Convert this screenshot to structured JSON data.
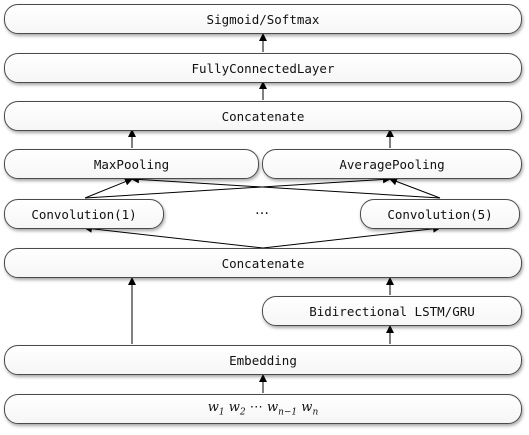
{
  "nodes": {
    "output": "Sigmoid/Softmax",
    "fully_connected": "FullyConnectedLayer",
    "concatenate_top": "Concatenate",
    "max_pooling": "MaxPooling",
    "average_pooling": "AveragePooling",
    "convolution_1": "Convolution(1)",
    "convolution_ellipsis": "…",
    "convolution_5": "Convolution(5)",
    "concatenate_bottom": "Concatenate",
    "bilstm_gru": "Bidirectional LSTM/GRU",
    "embedding": "Embedding"
  },
  "input_tokens": {
    "w1": "w",
    "w1_sub": "1",
    "w2": "w",
    "w2_sub": "2",
    "dots": "⋯",
    "wn1": "w",
    "wn1_sub": "n−1",
    "wn": "w",
    "wn_sub": "n"
  },
  "colors": {
    "border": "#4a4a4a",
    "arrow": "#000000",
    "fill": "#ffffff"
  }
}
